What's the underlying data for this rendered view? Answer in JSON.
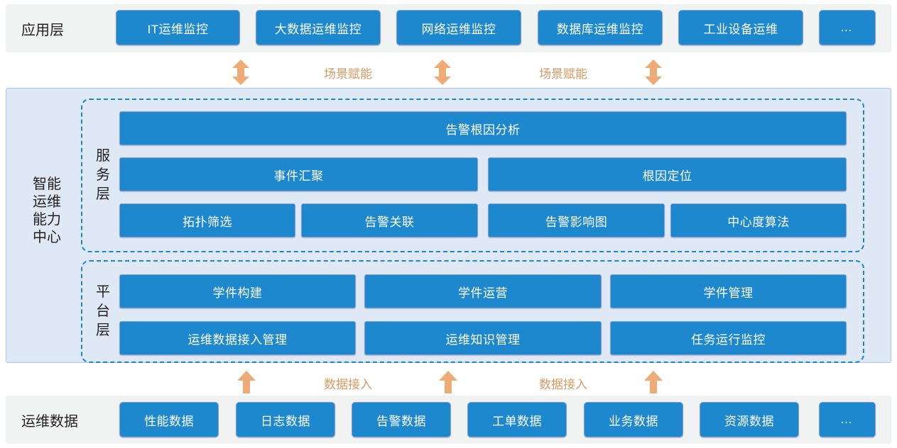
{
  "colors": {
    "box_fill": "#1e88cf",
    "box_border": "#8c9ec9",
    "band_fill": "#f1f2f2",
    "center_fill": "#dfe9f6",
    "center_border": "#a9c6e4",
    "dashed_border": "#1b86d0",
    "arrow_orange": "#eeab76",
    "label_orange": "#d79a62",
    "text_dark": "#231f20"
  },
  "application_layer": {
    "label": "应用层",
    "items": [
      {
        "label": "IT运维监控"
      },
      {
        "label": "大数据运维监控"
      },
      {
        "label": "网络运维监控"
      },
      {
        "label": "数据库运维监控"
      },
      {
        "label": "工业设备运维"
      },
      {
        "label": "…"
      }
    ]
  },
  "scene_connectors": {
    "labels": [
      "场景赋能",
      "场景赋能"
    ],
    "arrow_type": "double-headed-vertical",
    "count": 3
  },
  "capability_center": {
    "title": "智能\n运维\n能力\n中心",
    "title_lines": [
      "智能",
      "运维",
      "能力",
      "中心"
    ],
    "service_layer": {
      "label": "服务层",
      "label_chars": [
        "服",
        "务",
        "层"
      ],
      "rows": [
        [
          {
            "label": "告警根因分析"
          }
        ],
        [
          {
            "label": "事件汇聚"
          },
          {
            "label": "根因定位"
          }
        ],
        [
          {
            "label": "拓扑筛选"
          },
          {
            "label": "告警关联"
          },
          {
            "label": "告警影响图"
          },
          {
            "label": "中心度算法"
          }
        ]
      ]
    },
    "platform_layer": {
      "label": "平台层",
      "label_chars": [
        "平",
        "台",
        "层"
      ],
      "rows": [
        [
          {
            "label": "学件构建"
          },
          {
            "label": "学件运营"
          },
          {
            "label": "学件管理"
          }
        ],
        [
          {
            "label": "运维数据接入管理"
          },
          {
            "label": "运维知识管理"
          },
          {
            "label": "任务运行监控"
          }
        ]
      ]
    }
  },
  "data_connectors": {
    "labels": [
      "数据接入",
      "数据接入"
    ],
    "arrow_type": "single-headed-up",
    "count": 3
  },
  "data_layer": {
    "label": "运维数据",
    "items": [
      {
        "label": "性能数据"
      },
      {
        "label": "日志数据"
      },
      {
        "label": "告警数据"
      },
      {
        "label": "工单数据"
      },
      {
        "label": "业务数据"
      },
      {
        "label": "资源数据"
      },
      {
        "label": "…"
      }
    ]
  }
}
